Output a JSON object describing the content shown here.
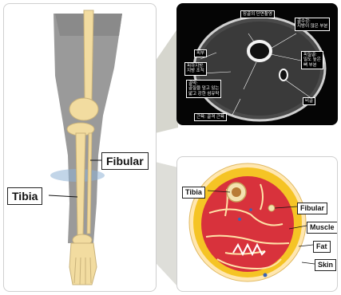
{
  "leg_labels": {
    "fibular": "Fibular",
    "tibia": "Tibia"
  },
  "ct_labels": {
    "top": [
      "장골의 단면촬영"
    ],
    "top_right": [
      "골수강:",
      "지방이 많은 부분"
    ],
    "skin": [
      "피부"
    ],
    "subcut": [
      "피하지방:",
      "지방 조직"
    ],
    "right": [
      "피질골:",
      "밀도 높은",
      "뼈 부분"
    ],
    "bone": [
      "비골"
    ],
    "cortex": [
      "골막:",
      "골질을 덮고 있는",
      "얇고 강한 섬유막"
    ],
    "muscle": [
      "근육: 골격 근육"
    ]
  },
  "cs_labels": {
    "tibia": "Tibia",
    "fibular": "Fibular",
    "muscle": "Muscle",
    "fat": "Fat",
    "skin": "Skin"
  },
  "colors": {
    "bone": "#f2dca0",
    "muscle": "#d8323c",
    "fat": "#f5c425",
    "skin": "#ffe7b0",
    "ct_bg": "#050505"
  }
}
